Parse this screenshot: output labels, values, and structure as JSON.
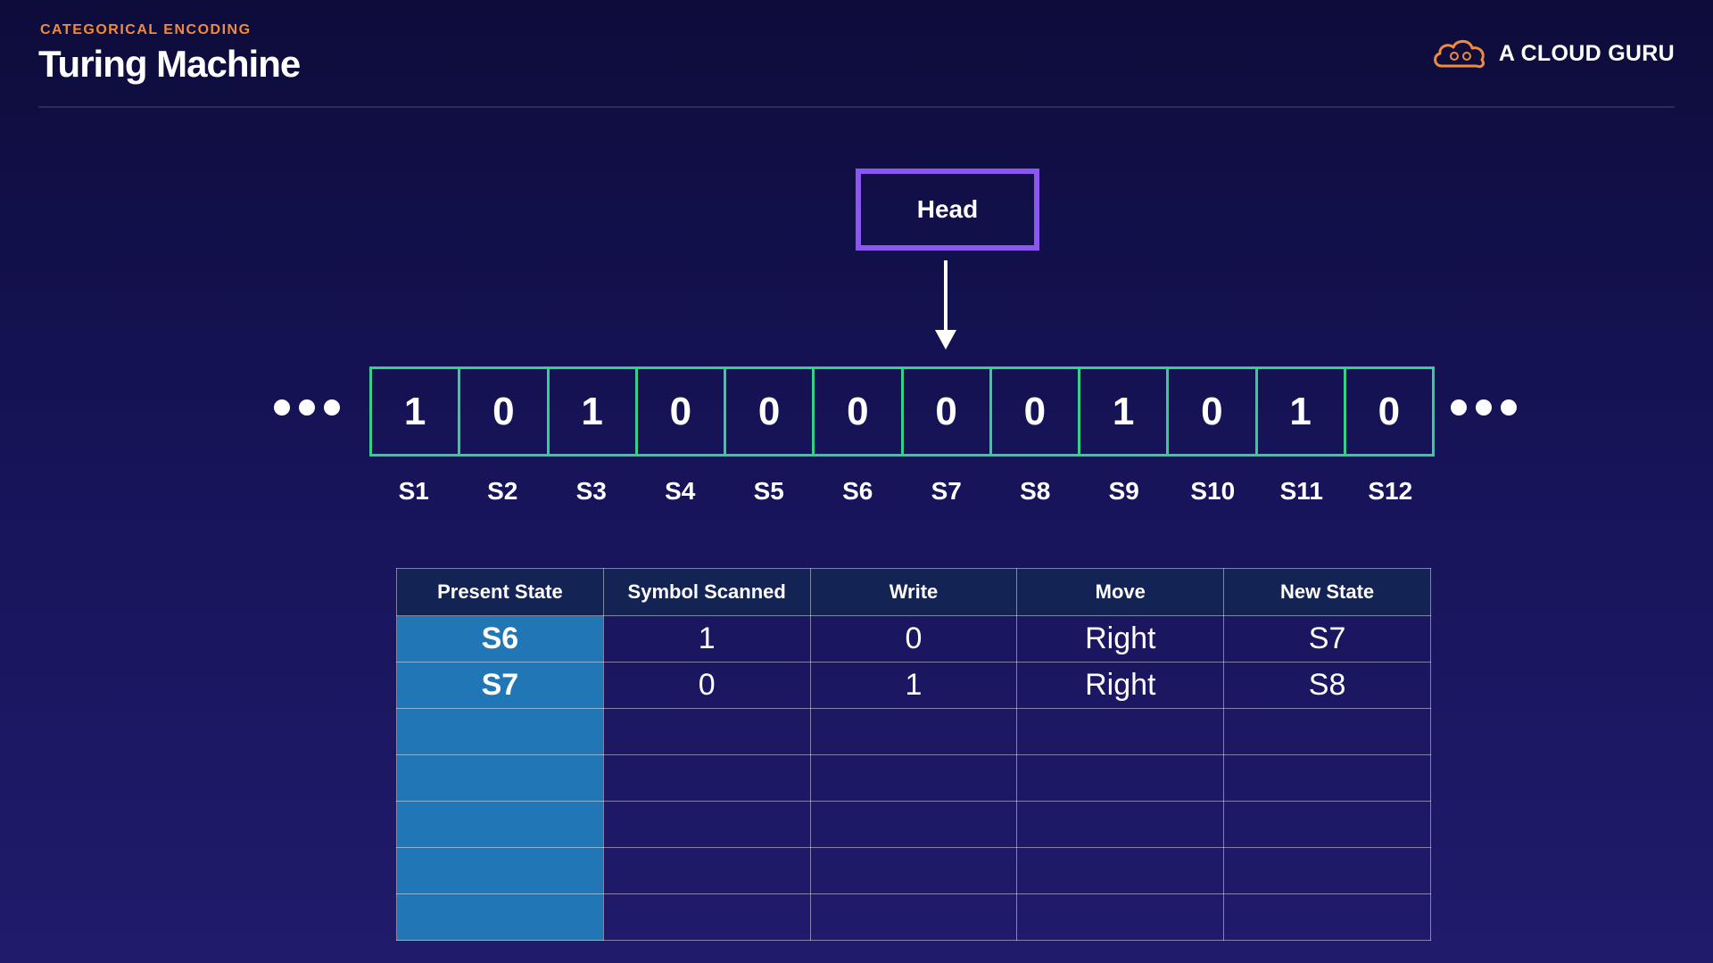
{
  "header": {
    "eyebrow": "CATEGORICAL ENCODING",
    "title": "Turing Machine",
    "brand": "A CLOUD GURU"
  },
  "head_label": "Head",
  "tape": {
    "cells": [
      "1",
      "0",
      "1",
      "0",
      "0",
      "0",
      "0",
      "0",
      "1",
      "0",
      "1",
      "0"
    ],
    "labels": [
      "S1",
      "S2",
      "S3",
      "S4",
      "S5",
      "S6",
      "S7",
      "S8",
      "S9",
      "S10",
      "S11",
      "S12"
    ],
    "head_position": "S7"
  },
  "table": {
    "headers": [
      "Present State",
      "Symbol Scanned",
      "Write",
      "Move",
      "New State"
    ],
    "rows": [
      [
        "S6",
        "1",
        "0",
        "Right",
        "S7"
      ],
      [
        "S7",
        "0",
        "1",
        "Right",
        "S8"
      ],
      [
        "",
        "",
        "",
        "",
        ""
      ],
      [
        "",
        "",
        "",
        "",
        ""
      ],
      [
        "",
        "",
        "",
        "",
        ""
      ],
      [
        "",
        "",
        "",
        "",
        ""
      ],
      [
        "",
        "",
        "",
        "",
        ""
      ]
    ]
  },
  "colors": {
    "accent": "#f08a3c",
    "tape_border": "#2fd18c",
    "head_border": "#8b57f0",
    "state_column": "#2176b6",
    "table_header": "#132454"
  },
  "icons": {
    "brand_logo": "cloud-icon"
  }
}
